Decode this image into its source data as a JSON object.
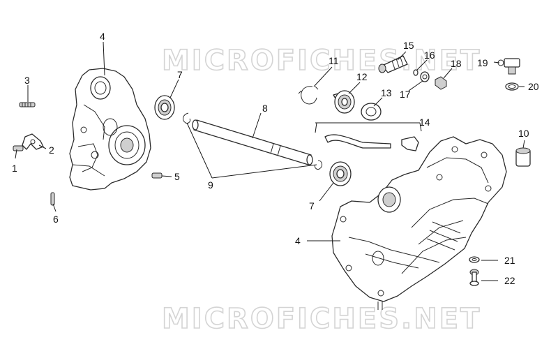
{
  "watermark": "MICROFICHES.NET",
  "callouts": {
    "c1": "1",
    "c2": "2",
    "c3": "3",
    "c4a": "4",
    "c4b": "4",
    "c5": "5",
    "c6": "6",
    "c7a": "7",
    "c7b": "7",
    "c8": "8",
    "c9": "9",
    "c10": "10",
    "c11": "11",
    "c12": "12",
    "c13": "13",
    "c14": "14",
    "c15": "15",
    "c16": "16",
    "c17": "17",
    "c18": "18",
    "c19": "19",
    "c20": "20",
    "c21": "21",
    "c22": "22"
  }
}
